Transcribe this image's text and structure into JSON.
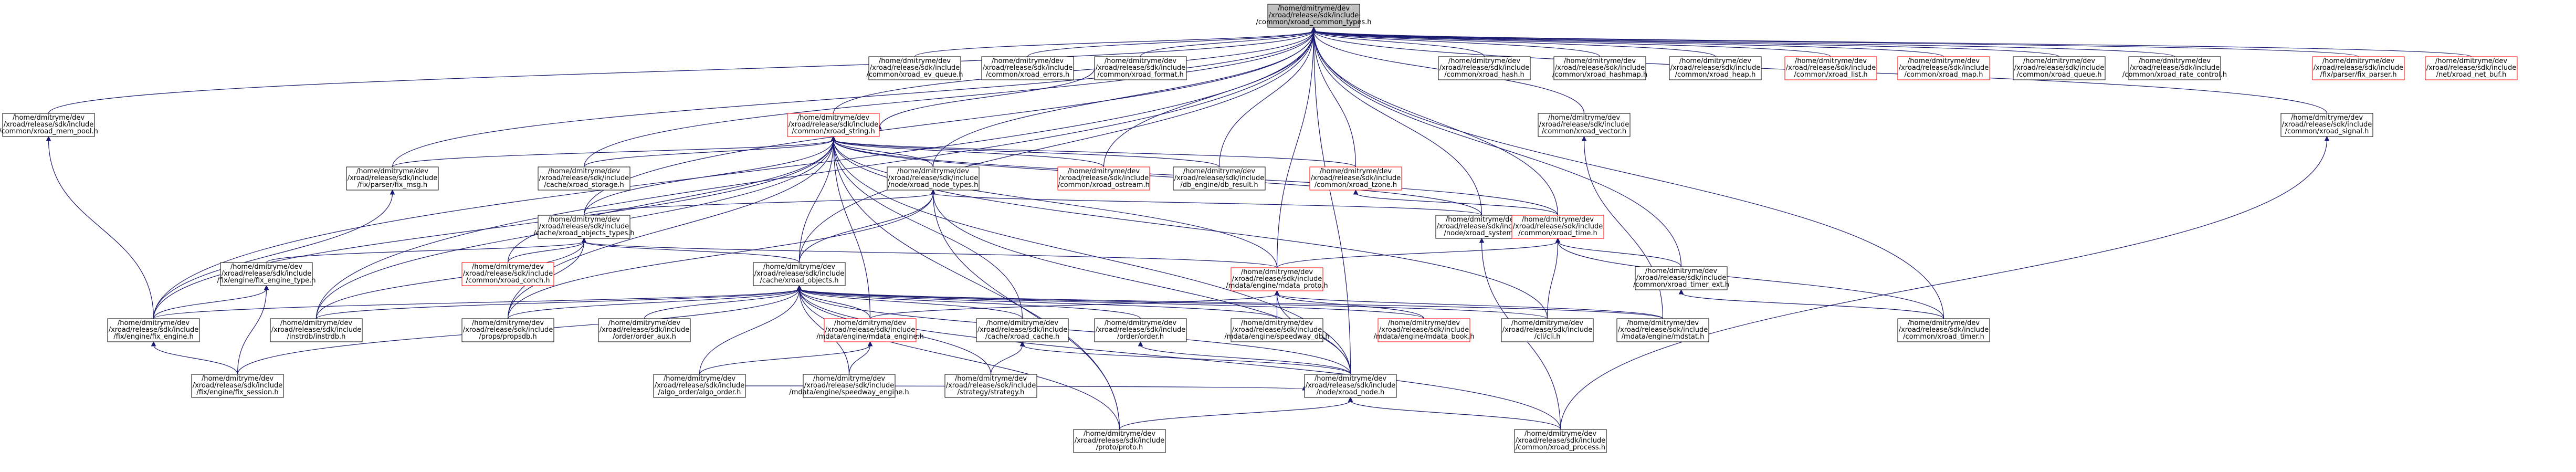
{
  "graph": {
    "root": "root",
    "colors": {
      "edge": "#191970",
      "normal_border": "#000000",
      "red_border": "#ff0000",
      "root_fill": "#bfbfbf",
      "background": "#ffffff"
    },
    "nodes": [
      {
        "id": "root",
        "lines": [
          "/home/dmitryme/dev",
          "/xroad/release/sdk/include",
          "/common/xroad_common_types.h"
        ],
        "style": "root"
      },
      {
        "id": "mem_pool",
        "lines": [
          "/home/dmitryme/dev",
          "/xroad/release/sdk/include",
          "/common/xroad_mem_pool.h"
        ],
        "style": "normal"
      },
      {
        "id": "ev_queue",
        "lines": [
          "/home/dmitryme/dev",
          "/xroad/release/sdk/include",
          "/common/xroad_ev_queue.h"
        ],
        "style": "normal"
      },
      {
        "id": "errors",
        "lines": [
          "/home/dmitryme/dev",
          "/xroad/release/sdk/include",
          "/common/xroad_errors.h"
        ],
        "style": "normal"
      },
      {
        "id": "format",
        "lines": [
          "/home/dmitryme/dev",
          "/xroad/release/sdk/include",
          "/common/xroad_format.h"
        ],
        "style": "normal"
      },
      {
        "id": "string",
        "lines": [
          "/home/dmitryme/dev",
          "/xroad/release/sdk/include",
          "/common/xroad_string.h"
        ],
        "style": "red"
      },
      {
        "id": "hash",
        "lines": [
          "/home/dmitryme/dev",
          "/xroad/release/sdk/include",
          "/common/xroad_hash.h"
        ],
        "style": "normal"
      },
      {
        "id": "hashmap",
        "lines": [
          "/home/dmitryme/dev",
          "/xroad/release/sdk/include",
          "/common/xroad_hashmap.h"
        ],
        "style": "normal"
      },
      {
        "id": "heap",
        "lines": [
          "/home/dmitryme/dev",
          "/xroad/release/sdk/include",
          "/common/xroad_heap.h"
        ],
        "style": "normal"
      },
      {
        "id": "list",
        "lines": [
          "/home/dmitryme/dev",
          "/xroad/release/sdk/include",
          "/common/xroad_list.h"
        ],
        "style": "red"
      },
      {
        "id": "map",
        "lines": [
          "/home/dmitryme/dev",
          "/xroad/release/sdk/include",
          "/common/xroad_map.h"
        ],
        "style": "red"
      },
      {
        "id": "queue",
        "lines": [
          "/home/dmitryme/dev",
          "/xroad/release/sdk/include",
          "/common/xroad_queue.h"
        ],
        "style": "normal"
      },
      {
        "id": "rate_control",
        "lines": [
          "/home/dmitryme/dev",
          "/xroad/release/sdk/include",
          "/common/xroad_rate_control.h"
        ],
        "style": "normal"
      },
      {
        "id": "fix_parser",
        "lines": [
          "/home/dmitryme/dev",
          "/xroad/release/sdk/include",
          "/fix/parser/fix_parser.h"
        ],
        "style": "red"
      },
      {
        "id": "net_buf",
        "lines": [
          "/home/dmitryme/dev",
          "/xroad/release/sdk/include",
          "/net/xroad_net_buf.h"
        ],
        "style": "red"
      },
      {
        "id": "vector",
        "lines": [
          "/home/dmitryme/dev",
          "/xroad/release/sdk/include",
          "/common/xroad_vector.h"
        ],
        "style": "normal"
      },
      {
        "id": "signal",
        "lines": [
          "/home/dmitryme/dev",
          "/xroad/release/sdk/include",
          "/common/xroad_signal.h"
        ],
        "style": "normal"
      },
      {
        "id": "fix_msg",
        "lines": [
          "/home/dmitryme/dev",
          "/xroad/release/sdk/include",
          "/fix/parser/fix_msg.h"
        ],
        "style": "normal"
      },
      {
        "id": "xroad_storage",
        "lines": [
          "/home/dmitryme/dev",
          "/xroad/release/sdk/include",
          "/cache/xroad_storage.h"
        ],
        "style": "normal"
      },
      {
        "id": "node_types",
        "lines": [
          "/home/dmitryme/dev",
          "/xroad/release/sdk/include",
          "/node/xroad_node_types.h"
        ],
        "style": "normal"
      },
      {
        "id": "ostream",
        "lines": [
          "/home/dmitryme/dev",
          "/xroad/release/sdk/include",
          "/common/xroad_ostream.h"
        ],
        "style": "red"
      },
      {
        "id": "db_result",
        "lines": [
          "/home/dmitryme/dev",
          "/xroad/release/sdk/include",
          "/db_engine/db_result.h"
        ],
        "style": "normal"
      },
      {
        "id": "tzone",
        "lines": [
          "/home/dmitryme/dev",
          "/xroad/release/sdk/include",
          "/common/xroad_tzone.h"
        ],
        "style": "red"
      },
      {
        "id": "xroad_system",
        "lines": [
          "/home/dmitryme/dev",
          "/xroad/release/sdk/include",
          "/node/xroad_system.h"
        ],
        "style": "normal"
      },
      {
        "id": "xroad_time",
        "lines": [
          "/home/dmitryme/dev",
          "/xroad/release/sdk/include",
          "/common/xroad_time.h"
        ],
        "style": "red"
      },
      {
        "id": "objects_types",
        "lines": [
          "/home/dmitryme/dev",
          "/xroad/release/sdk/include",
          "/cache/xroad_objects_types.h"
        ],
        "style": "normal"
      },
      {
        "id": "fix_engine_type",
        "lines": [
          "/home/dmitryme/dev",
          "/xroad/release/sdk/include",
          "/fix/engine/fix_engine_type.h"
        ],
        "style": "normal"
      },
      {
        "id": "xroad_conch",
        "lines": [
          "/home/dmitryme/dev",
          "/xroad/release/sdk/include",
          "/common/xroad_conch.h"
        ],
        "style": "red"
      },
      {
        "id": "xroad_objects",
        "lines": [
          "/home/dmitryme/dev",
          "/xroad/release/sdk/include",
          "/cache/xroad_objects.h"
        ],
        "style": "normal"
      },
      {
        "id": "mdata_proto",
        "lines": [
          "/home/dmitryme/dev",
          "/xroad/release/sdk/include",
          "/mdata/engine/mdata_proto.h"
        ],
        "style": "red"
      },
      {
        "id": "timer_ext",
        "lines": [
          "/home/dmitryme/dev",
          "/xroad/release/sdk/include",
          "/common/xroad_timer_ext.h"
        ],
        "style": "normal"
      },
      {
        "id": "fix_engine",
        "lines": [
          "/home/dmitryme/dev",
          "/xroad/release/sdk/include",
          "/fix/engine/fix_engine.h"
        ],
        "style": "normal"
      },
      {
        "id": "instrdb",
        "lines": [
          "/home/dmitryme/dev",
          "/xroad/release/sdk/include",
          "/instrdb/instrdb.h"
        ],
        "style": "normal"
      },
      {
        "id": "propsdb",
        "lines": [
          "/home/dmitryme/dev",
          "/xroad/release/sdk/include",
          "/props/propsdb.h"
        ],
        "style": "normal"
      },
      {
        "id": "order_aux",
        "lines": [
          "/home/dmitryme/dev",
          "/xroad/release/sdk/include",
          "/order/order_aux.h"
        ],
        "style": "normal"
      },
      {
        "id": "mdata_engine",
        "lines": [
          "/home/dmitryme/dev",
          "/xroad/release/sdk/include",
          "/mdata/engine/mdata_engine.h"
        ],
        "style": "red"
      },
      {
        "id": "xroad_cache",
        "lines": [
          "/home/dmitryme/dev",
          "/xroad/release/sdk/include",
          "/cache/xroad_cache.h"
        ],
        "style": "normal"
      },
      {
        "id": "order",
        "lines": [
          "/home/dmitryme/dev",
          "/xroad/release/sdk/include",
          "/order/order.h"
        ],
        "style": "normal"
      },
      {
        "id": "speedway_db",
        "lines": [
          "/home/dmitryme/dev",
          "/xroad/release/sdk/include",
          "/mdata/engine/speedway_db.h"
        ],
        "style": "normal"
      },
      {
        "id": "mdata_book",
        "lines": [
          "/home/dmitryme/dev",
          "/xroad/release/sdk/include",
          "/mdata/engine/mdata_book.h"
        ],
        "style": "red"
      },
      {
        "id": "cli",
        "lines": [
          "/home/dmitryme/dev",
          "/xroad/release/sdk/include",
          "/cli/cli.h"
        ],
        "style": "normal"
      },
      {
        "id": "mdstat",
        "lines": [
          "/home/dmitryme/dev",
          "/xroad/release/sdk/include",
          "/mdata/engine/mdstat.h"
        ],
        "style": "normal"
      },
      {
        "id": "xroad_timer",
        "lines": [
          "/home/dmitryme/dev",
          "/xroad/release/sdk/include",
          "/common/xroad_timer.h"
        ],
        "style": "normal"
      },
      {
        "id": "fix_session",
        "lines": [
          "/home/dmitryme/dev",
          "/xroad/release/sdk/include",
          "/fix/engine/fix_session.h"
        ],
        "style": "normal"
      },
      {
        "id": "algo_order",
        "lines": [
          "/home/dmitryme/dev",
          "/xroad/release/sdk/include",
          "/algo_order/algo_order.h"
        ],
        "style": "normal"
      },
      {
        "id": "speedway_engine",
        "lines": [
          "/home/dmitryme/dev",
          "/xroad/release/sdk/include",
          "/mdata/engine/speedway_engine.h"
        ],
        "style": "normal"
      },
      {
        "id": "strategy",
        "lines": [
          "/home/dmitryme/dev",
          "/xroad/release/sdk/include",
          "/strategy/strategy.h"
        ],
        "style": "normal"
      },
      {
        "id": "xroad_node",
        "lines": [
          "/home/dmitryme/dev",
          "/xroad/release/sdk/include",
          "/node/xroad_node.h"
        ],
        "style": "normal"
      },
      {
        "id": "proto",
        "lines": [
          "/home/dmitryme/dev",
          "/xroad/release/sdk/include",
          "/proto/proto.h"
        ],
        "style": "normal"
      },
      {
        "id": "xroad_process",
        "lines": [
          "/home/dmitryme/dev",
          "/xroad/release/sdk/include",
          "/common/xroad_process.h"
        ],
        "style": "normal"
      }
    ],
    "edges": [
      [
        "mem_pool",
        "root"
      ],
      [
        "ev_queue",
        "root"
      ],
      [
        "errors",
        "root"
      ],
      [
        "format",
        "root"
      ],
      [
        "string",
        "root"
      ],
      [
        "hash",
        "root"
      ],
      [
        "hashmap",
        "root"
      ],
      [
        "heap",
        "root"
      ],
      [
        "list",
        "root"
      ],
      [
        "map",
        "root"
      ],
      [
        "queue",
        "root"
      ],
      [
        "rate_control",
        "root"
      ],
      [
        "fix_parser",
        "root"
      ],
      [
        "net_buf",
        "root"
      ],
      [
        "vector",
        "root"
      ],
      [
        "signal",
        "root"
      ],
      [
        "fix_msg",
        "root"
      ],
      [
        "xroad_storage",
        "root"
      ],
      [
        "node_types",
        "root"
      ],
      [
        "ostream",
        "root"
      ],
      [
        "db_result",
        "root"
      ],
      [
        "tzone",
        "root"
      ],
      [
        "xroad_system",
        "root"
      ],
      [
        "xroad_time",
        "root"
      ],
      [
        "objects_types",
        "root"
      ],
      [
        "xroad_objects",
        "root"
      ],
      [
        "mdata_proto",
        "root"
      ],
      [
        "timer_ext",
        "root"
      ],
      [
        "fix_engine",
        "root"
      ],
      [
        "instrdb",
        "root"
      ],
      [
        "xroad_timer",
        "root"
      ],
      [
        "xroad_node",
        "root"
      ],
      [
        "format",
        "string"
      ],
      [
        "fix_msg",
        "string"
      ],
      [
        "xroad_storage",
        "string"
      ],
      [
        "node_types",
        "string"
      ],
      [
        "ostream",
        "string"
      ],
      [
        "db_result",
        "string"
      ],
      [
        "tzone",
        "string"
      ],
      [
        "xroad_system",
        "string"
      ],
      [
        "xroad_time",
        "string"
      ],
      [
        "objects_types",
        "string"
      ],
      [
        "xroad_conch",
        "string"
      ],
      [
        "xroad_objects",
        "string"
      ],
      [
        "mdata_proto",
        "string"
      ],
      [
        "fix_engine",
        "string"
      ],
      [
        "instrdb",
        "string"
      ],
      [
        "propsdb",
        "string"
      ],
      [
        "mdata_engine",
        "string"
      ],
      [
        "xroad_cache",
        "string"
      ],
      [
        "cli",
        "string"
      ],
      [
        "xroad_node",
        "string"
      ],
      [
        "proto",
        "string"
      ],
      [
        "fix_engine",
        "mem_pool"
      ],
      [
        "fix_engine",
        "fix_msg"
      ],
      [
        "fix_engine_type",
        "objects_types"
      ],
      [
        "fix_engine",
        "fix_engine_type"
      ],
      [
        "fix_session",
        "fix_engine_type"
      ],
      [
        "fix_session",
        "fix_engine"
      ],
      [
        "objects_types",
        "node_types"
      ],
      [
        "xroad_objects",
        "node_types"
      ],
      [
        "xroad_system",
        "node_types"
      ],
      [
        "xroad_node",
        "node_types"
      ],
      [
        "propsdb",
        "node_types"
      ],
      [
        "xroad_objects",
        "objects_types"
      ],
      [
        "propsdb",
        "objects_types"
      ],
      [
        "xroad_conch",
        "objects_types"
      ],
      [
        "instrdb",
        "objects_types"
      ],
      [
        "mdata_proto",
        "objects_types"
      ],
      [
        "xroad_time",
        "tzone"
      ],
      [
        "xroad_system",
        "xroad_time"
      ],
      [
        "mdata_proto",
        "xroad_time"
      ],
      [
        "timer_ext",
        "xroad_time"
      ],
      [
        "xroad_timer",
        "xroad_time"
      ],
      [
        "cli",
        "xroad_time"
      ],
      [
        "xroad_timer",
        "timer_ext"
      ],
      [
        "xroad_process",
        "signal"
      ],
      [
        "mdstat",
        "vector"
      ],
      [
        "fix_engine",
        "xroad_objects"
      ],
      [
        "instrdb",
        "xroad_objects"
      ],
      [
        "propsdb",
        "xroad_objects"
      ],
      [
        "order_aux",
        "xroad_objects"
      ],
      [
        "mdata_engine",
        "xroad_objects"
      ],
      [
        "xroad_cache",
        "xroad_objects"
      ],
      [
        "order",
        "xroad_objects"
      ],
      [
        "speedway_db",
        "xroad_objects"
      ],
      [
        "mdata_book",
        "xroad_objects"
      ],
      [
        "cli",
        "xroad_objects"
      ],
      [
        "mdstat",
        "xroad_objects"
      ],
      [
        "fix_session",
        "xroad_objects"
      ],
      [
        "algo_order",
        "xroad_objects"
      ],
      [
        "speedway_engine",
        "xroad_objects"
      ],
      [
        "strategy",
        "xroad_objects"
      ],
      [
        "xroad_node",
        "xroad_objects"
      ],
      [
        "proto",
        "xroad_objects"
      ],
      [
        "xroad_process",
        "xroad_objects"
      ],
      [
        "speedway_db",
        "mdata_proto"
      ],
      [
        "mdata_book",
        "mdata_proto"
      ],
      [
        "mdstat",
        "mdata_proto"
      ],
      [
        "mdata_engine",
        "mdata_proto"
      ],
      [
        "xroad_node",
        "mdata_proto"
      ],
      [
        "speedway_engine",
        "mdata_engine"
      ],
      [
        "algo_order",
        "mdata_engine"
      ],
      [
        "strategy",
        "xroad_cache"
      ],
      [
        "algo_order",
        "xroad_node"
      ],
      [
        "xroad_node",
        "xroad_cache"
      ],
      [
        "xroad_node",
        "order"
      ],
      [
        "proto",
        "xroad_node"
      ],
      [
        "xroad_process",
        "xroad_node"
      ],
      [
        "proto",
        "node_types"
      ],
      [
        "xroad_process",
        "xroad_system"
      ]
    ]
  }
}
